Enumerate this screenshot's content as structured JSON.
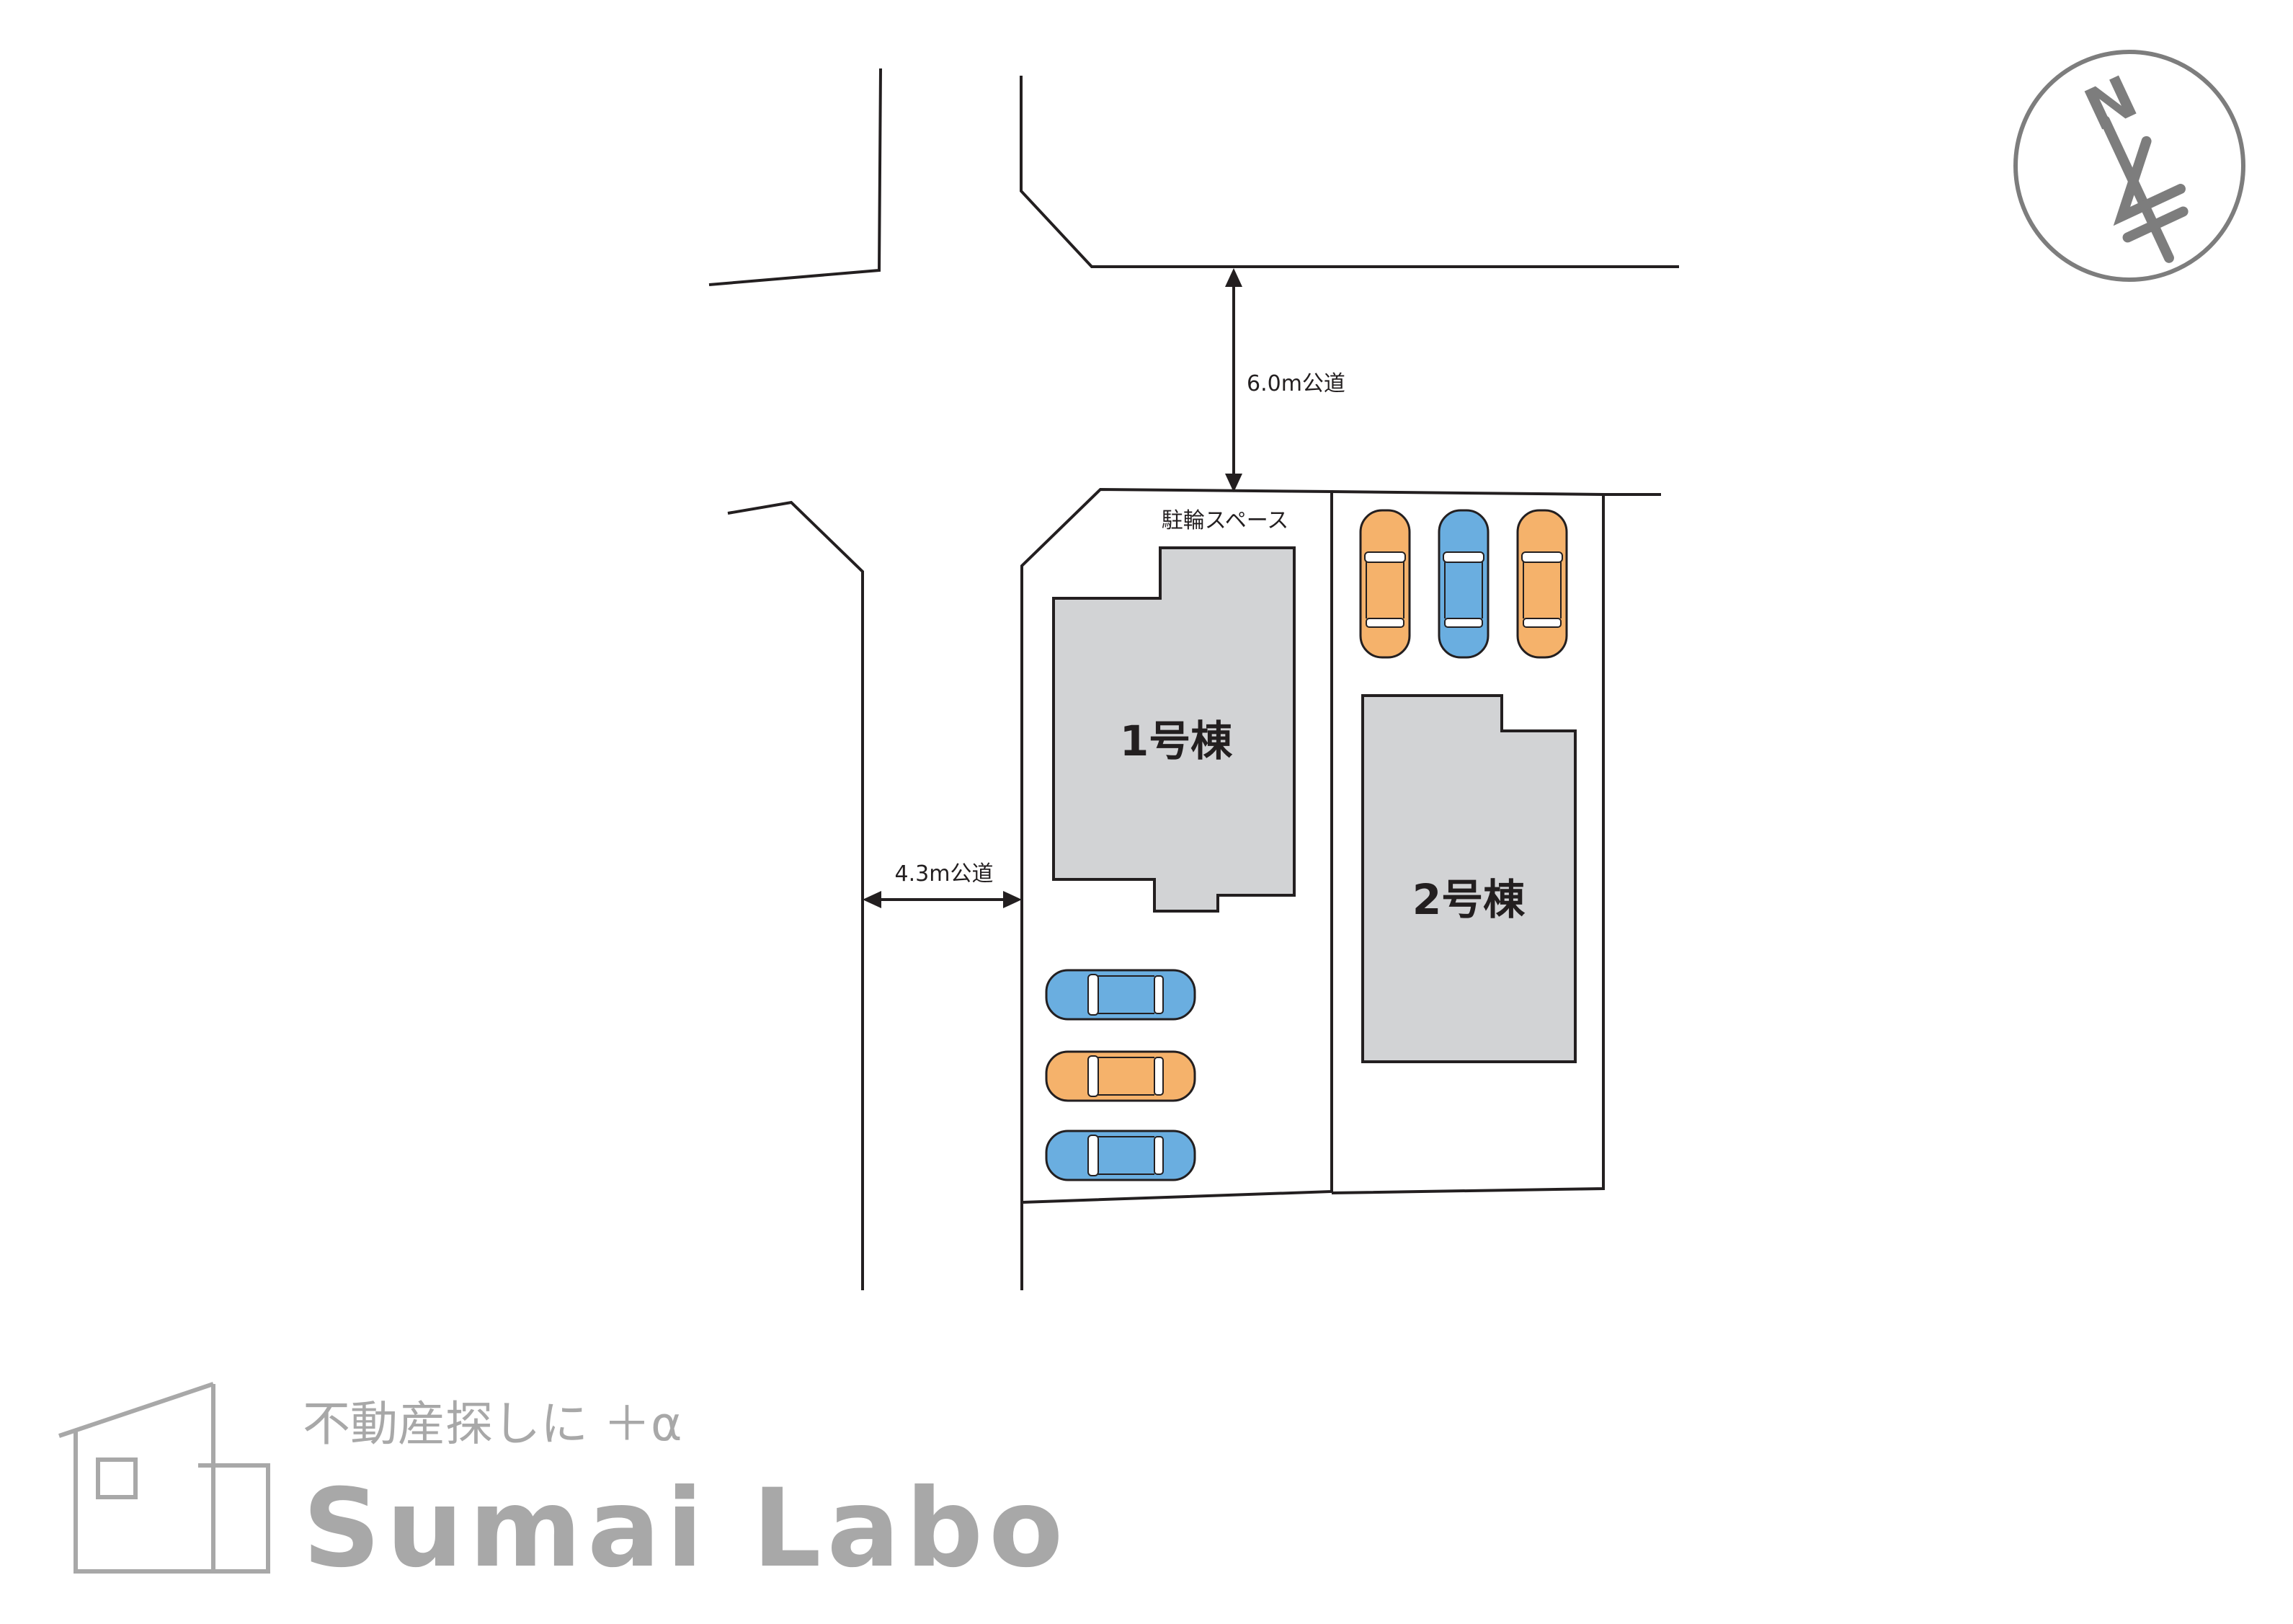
{
  "roads": {
    "north": {
      "label": "6.0m公道"
    },
    "west": {
      "label": "4.3m公道"
    }
  },
  "site": {
    "bicycle_label": "駐輪スペース",
    "lot1": {
      "building_label": "1号棟"
    },
    "lot2": {
      "building_label": "2号棟"
    },
    "building_fill": "#d2d3d5",
    "line_color": "#231f20"
  },
  "parking": {
    "orange": "#f5b26b",
    "blue": "#6aaee0",
    "lot1_cars": [
      "blue",
      "orange",
      "blue"
    ],
    "lot2_cars": [
      "orange",
      "blue",
      "orange"
    ]
  },
  "compass": {
    "letter": "N",
    "color": "#7d7d7d"
  },
  "logo": {
    "tagline": "不動産探しに ＋α",
    "name": "Sumai Labo",
    "color": "#a8a8a8"
  }
}
